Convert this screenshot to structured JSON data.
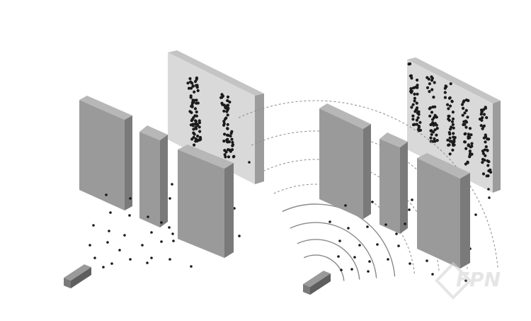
{
  "figure": {
    "panels": [
      {
        "id": "left",
        "illustrates": "particle-emission"
      },
      {
        "id": "right",
        "illustrates": "wave-emission"
      }
    ],
    "colors": {
      "background": "#ffffff",
      "slab_front": "#9a9a9a",
      "slab_side": "#7a7a7a",
      "slab_top": "#b7b7b7",
      "screen_front": "#d9d9d9",
      "screen_side": "#9c9c9c",
      "screen_top": "#c4c4c4",
      "dots": "#1a1a1a",
      "wavefronts": "#8a8a8a"
    },
    "watermark": {
      "text": "FPN",
      "color": "#d0d0d0"
    }
  }
}
